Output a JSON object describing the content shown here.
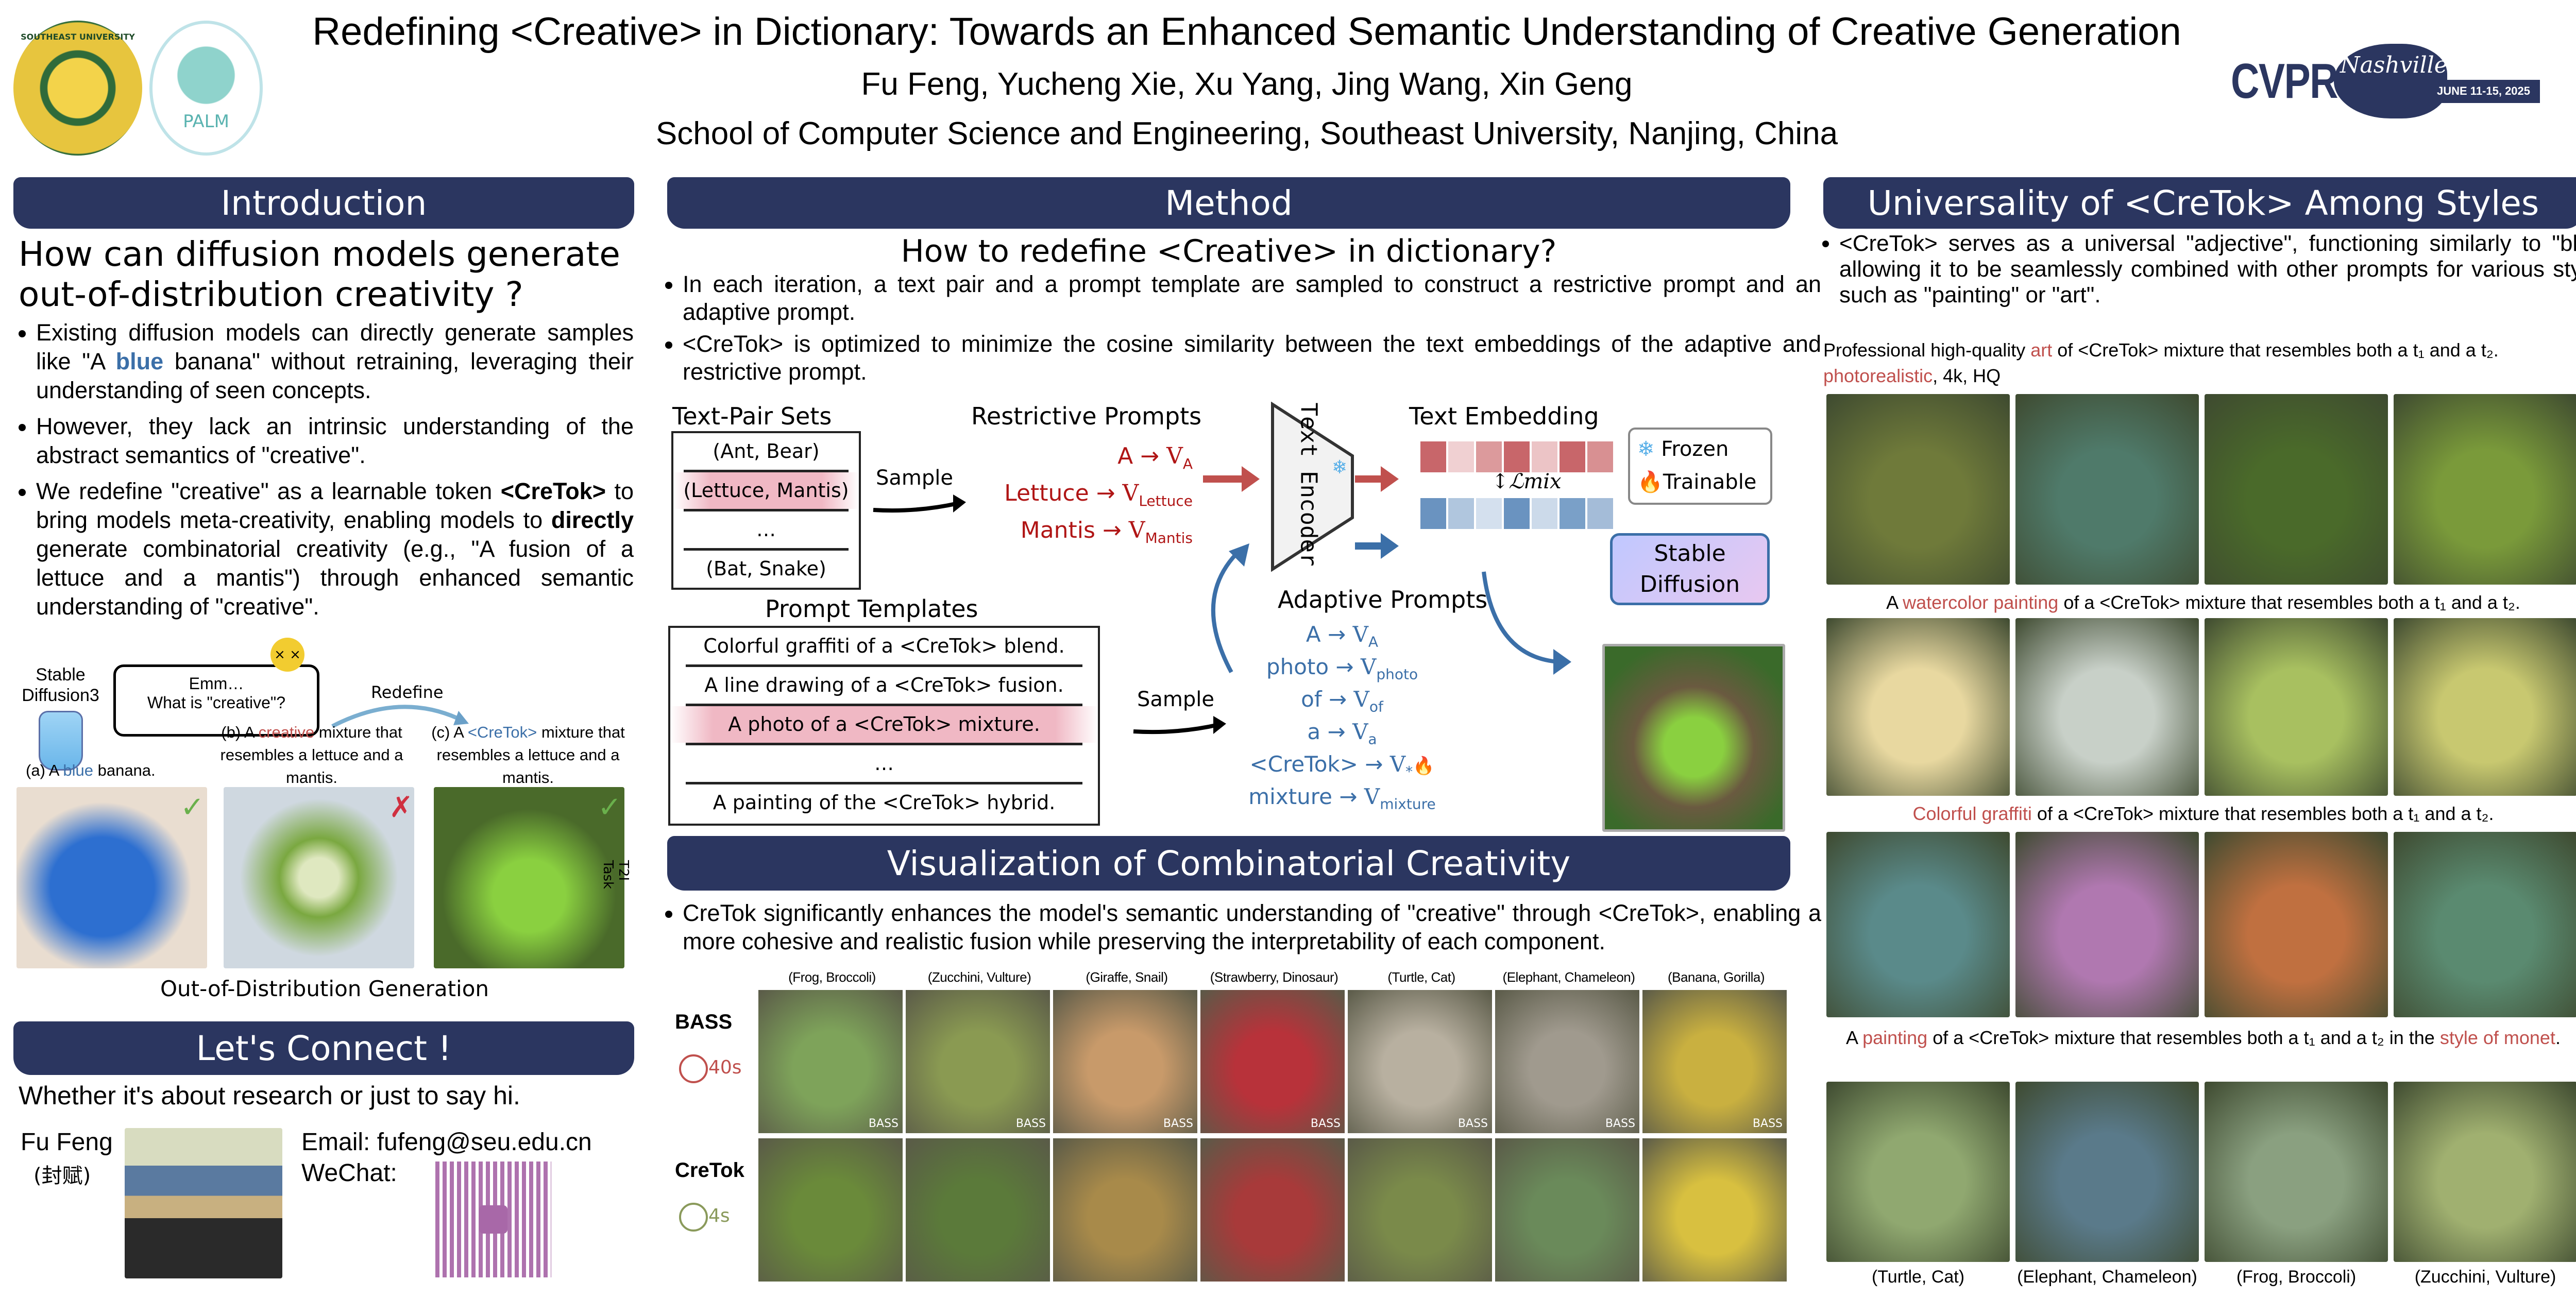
{
  "header": {
    "title": "Redefining <Creative> in Dictionary: Towards an Enhanced Semantic Understanding of Creative Generation",
    "authors": "Fu Feng, Yucheng Xie, Xu Yang, Jing Wang, Xin Geng",
    "affiliation": "School of Computer Science and Engineering, Southeast University, Nanjing, China",
    "logo_left_text": "SOUTHEAST UNIVERSITY",
    "logo_palm_text": "PALM",
    "cvpr_text": "CVPR",
    "cvpr_city": "Nashville",
    "cvpr_dates": "JUNE 11-15, 2025"
  },
  "intro": {
    "heading": "Introduction",
    "question": "How can diffusion models generate out-of-distribution creativity ?",
    "b1_pre": "Existing diffusion models can directly generate samples like \"A ",
    "b1_blue": "blue",
    "b1_post": " banana\" without retraining, leveraging their understanding of seen concepts.",
    "b2": "However, they lack an intrinsic understanding of the abstract semantics of \"creative\".",
    "b3_pre": "We redefine \"creative\" as a learnable token ",
    "b3_token": "<CreTok>",
    "b3_mid": " to bring models meta-creativity, enabling models to ",
    "b3_bold": "directly",
    "b3_post": " generate combinatorial creativity (e.g., \"A fusion of a lettuce and a mantis\") through enhanced semantic understanding of \"creative\".",
    "fig": {
      "sd_label": "Stable Diffusion3",
      "bubble_1": "Emm…",
      "bubble_2": "What is \"creative\"?",
      "redefine": "Redefine",
      "a_pre": "(a) A ",
      "a_blue": "blue",
      "a_post": " banana.",
      "b_pre": "(b) A ",
      "b_red": "creative",
      "b_post": " mixture that resembles a lettuce and a mantis.",
      "c_pre": "(c) A ",
      "c_blue": "<CreTok>",
      "c_post": " mixture that resembles a lettuce and a mantis.",
      "side_label": "T2I Task",
      "caption": "Out-of-Distribution Generation"
    }
  },
  "connect": {
    "heading": "Let's Connect !",
    "tagline": "Whether it's about research or just to say hi.",
    "name": "Fu Feng",
    "name_cn": "(封赋)",
    "email": "Email: fufeng@seu.edu.cn",
    "wechat": "WeChat:"
  },
  "method": {
    "heading": "Method",
    "subheading": "How to redefine <Creative> in dictionary?",
    "b1": "In each iteration, a text pair and a prompt template are sampled to construct a restrictive prompt and an adaptive prompt.",
    "b2": "<CreTok> is optimized to minimize the cosine similarity between the text embeddings of the adaptive and restrictive prompt.",
    "diagram": {
      "text_pair_title": "Text-Pair Sets",
      "text_pairs": [
        "(Ant, Bear)",
        "(Lettuce, Mantis)",
        "…",
        "(Bat, Snake)"
      ],
      "sample": "Sample",
      "restrictive_title": "Restrictive Prompts",
      "restrictive": [
        [
          "A",
          "V",
          "A"
        ],
        [
          "Lettuce",
          "V",
          "Lettuce"
        ],
        [
          "Mantis",
          "V",
          "Mantis"
        ]
      ],
      "encoder": "Text Encoder",
      "embedding_title": "Text Embedding",
      "loss": "ℒmix",
      "frozen": "Frozen",
      "trainable": "Trainable",
      "sd": "Stable Diffusion",
      "templates_title": "Prompt Templates",
      "templates": [
        "Colorful graffiti of a <CreTok> blend.",
        "A line drawing of a <CreTok> fusion.",
        "A photo of a <CreTok> mixture.",
        "…",
        "A painting of the <CreTok> hybrid."
      ],
      "adaptive_title": "Adaptive Prompts",
      "adaptive": [
        [
          "A",
          "V",
          "A"
        ],
        [
          "photo",
          "V",
          "photo"
        ],
        [
          "of",
          "V",
          "of"
        ],
        [
          "a",
          "V",
          "a"
        ],
        [
          "<CreTok>",
          "V",
          "*"
        ],
        [
          "mixture",
          "V",
          "mixture"
        ]
      ]
    }
  },
  "viz": {
    "heading": "Visualization of Combinatorial Creativity",
    "bullet": "CreTok significantly enhances the model's semantic understanding of \"creative\" through <CreTok>, enabling a more cohesive and realistic fusion while preserving the interpretability of each component.",
    "columns": [
      "(Frog, Broccoli)",
      "(Zucchini, Vulture)",
      "(Giraffe, Snail)",
      "(Strawberry, Dinosaur)",
      "(Turtle, Cat)",
      "(Elephant, Chameleon)",
      "(Banana, Gorilla)"
    ],
    "rows": [
      {
        "label": "BASS",
        "time": "40s",
        "tag": "BASS",
        "color": "#c0504d",
        "tones": [
          "#7ea35a",
          "#8a9a52",
          "#c89a6a",
          "#b8323a",
          "#b8b0a0",
          "#a09a8e",
          "#c9b040"
        ]
      },
      {
        "label": "CreTok",
        "time": "4s",
        "tag": "",
        "color": "#8a9a5b",
        "tones": [
          "#6a8a3a",
          "#5b7a3a",
          "#a88a4a",
          "#a83a3a",
          "#7a8a4a",
          "#6a8a5a",
          "#d8c040"
        ]
      }
    ]
  },
  "styles": {
    "heading": "Universality of <CreTok> Among Styles",
    "bullet": "<CreTok> serves as a universal \"adjective\",  functioning similarly to \"blue\", allowing it to be seamlessly combined with other prompts for various styles, such as \"painting\" or \"art\".",
    "prompts": [
      [
        {
          "t": "Professional high-quality "
        },
        {
          "t": "art",
          "hl": true
        },
        {
          "t": " of <CreTok> mixture that resembles both a t₁ and a t₂. "
        },
        {
          "t": "photorealistic",
          "hl": true
        },
        {
          "t": ", 4k, HQ"
        }
      ],
      [
        {
          "t": "A "
        },
        {
          "t": "watercolor painting",
          "hl": true
        },
        {
          "t": " of a <CreTok> mixture that resembles both a t₁ and a t₂."
        }
      ],
      [
        {
          "t": "Colorful graffiti",
          "hl": true
        },
        {
          "t": " of a <CreTok> mixture that resembles both a t₁ and a t₂."
        }
      ],
      [
        {
          "t": "A "
        },
        {
          "t": "painting",
          "hl": true
        },
        {
          "t": " of a <CreTok> mixture that resembles both a t₁ and a t₂ in the "
        },
        {
          "t": "style of monet",
          "hl": true
        },
        {
          "t": "."
        }
      ]
    ],
    "tones": [
      [
        "#6f7a3a",
        "#4f7a6a",
        "#4a6a2a",
        "#7a9a3a"
      ],
      [
        "#e8d8a0",
        "#c8d0c8",
        "#a8c060",
        "#c8c870"
      ],
      [
        "#5a8a8a",
        "#b078b0",
        "#c07040",
        "#5a8a70"
      ],
      [
        "#90a870",
        "#5a7a8a",
        "#8aa080",
        "#a0b070"
      ]
    ],
    "captions": [
      "(Turtle,  Cat)",
      "(Elephant, Chameleon)",
      "(Frog, Broccoli)",
      "(Zucchini, Vulture)"
    ]
  },
  "colors": {
    "navy": "#2b3660",
    "red": "#c0504d",
    "blue": "#3b6fa8"
  }
}
